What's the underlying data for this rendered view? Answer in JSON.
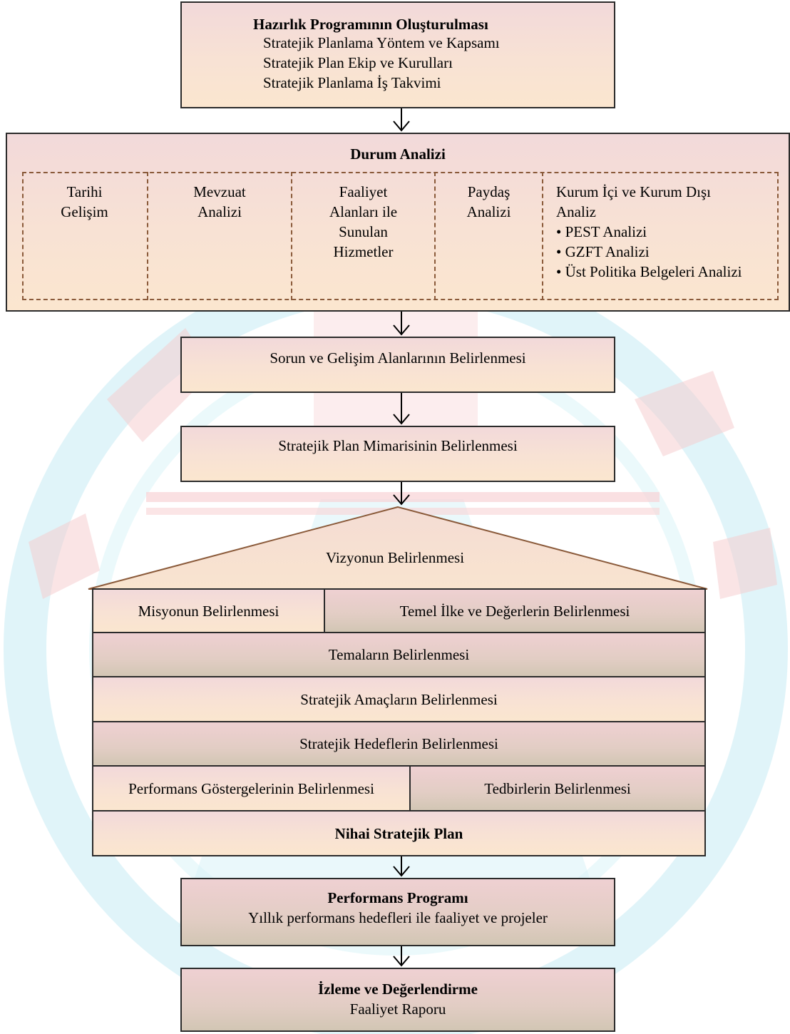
{
  "hazirlik": {
    "title": "Hazırlık Programının Oluşturulması",
    "lines": [
      "Stratejik Planlama Yöntem ve Kapsamı",
      "Stratejik Plan Ekip ve Kurulları",
      "Stratejik Planlama İş Takvimi"
    ]
  },
  "durum": {
    "title": "Durum Analizi",
    "cells": [
      {
        "lines": [
          "Tarihi",
          "Gelişim"
        ]
      },
      {
        "lines": [
          "Mevzuat",
          "Analizi"
        ]
      },
      {
        "lines": [
          "Faaliyet",
          "Alanları ile",
          "Sunulan",
          "Hizmetler"
        ]
      },
      {
        "lines": [
          "Paydaş",
          "Analizi"
        ]
      }
    ],
    "kurum": {
      "lines": [
        "Kurum İçi ve Kurum Dışı",
        "Analiz"
      ],
      "bullets": [
        "PEST Analizi",
        "GZFT Analizi",
        "Üst Politika Belgeleri Analizi"
      ]
    }
  },
  "sorun": "Sorun ve Gelişim Alanlarının Belirlenmesi",
  "mimari": "Stratejik Plan Mimarisinin Belirlenmesi",
  "vizyon": "Vizyonun Belirlenmesi",
  "misyon": "Misyonun Belirlenmesi",
  "temel_ilke": "Temel İlke ve Değerlerin Belirlenmesi",
  "temalar": "Temaların Belirlenmesi",
  "amaclar": "Stratejik Amaçların Belirlenmesi",
  "hedefler": "Stratejik Hedeflerin Belirlenmesi",
  "performans_gostergeleri": "Performans Göstergelerinin Belirlenmesi",
  "tedbirler": "Tedbirlerin Belirlenmesi",
  "nihai": "Nihai Stratejik Plan",
  "performans_programi": {
    "title": "Performans Programı",
    "subtitle": "Yıllık performans hedefleri ile faaliyet ve projeler"
  },
  "izleme": {
    "title": "İzleme ve Değerlendirme",
    "subtitle": "Faaliyet Raporu"
  },
  "colors": {
    "pink": "#f2d9da",
    "peach": "#fbe6cf",
    "taupe": "#d2c6b4",
    "watermark_red": "#f6c9cc",
    "watermark_cyan": "#c9ecf4"
  }
}
